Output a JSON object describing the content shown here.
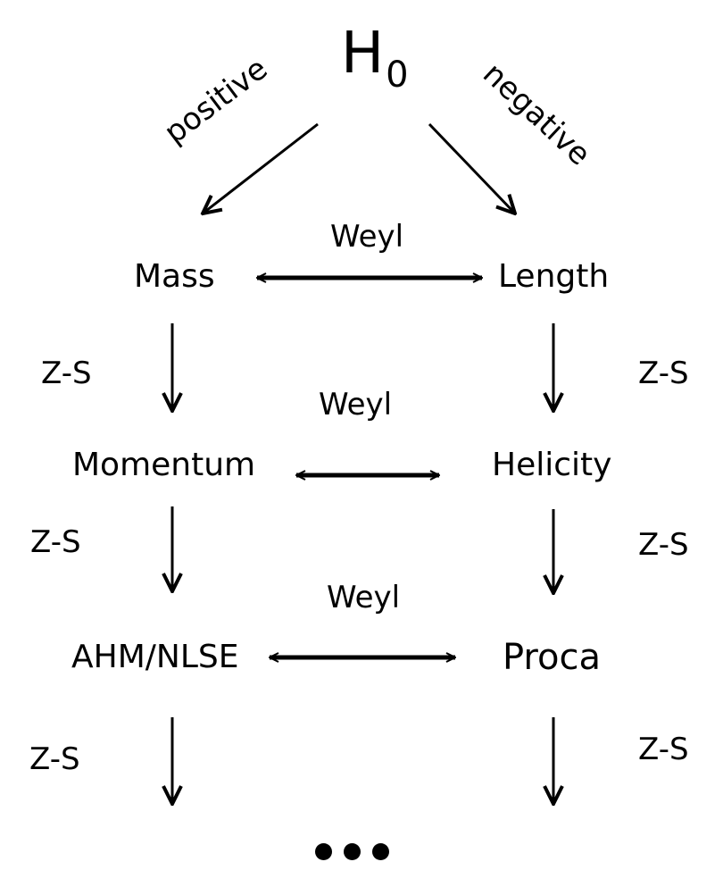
{
  "root": {
    "label": "H",
    "subscript": "0"
  },
  "branches": {
    "left": "positive",
    "right": "negative"
  },
  "rows": [
    {
      "left": "Mass",
      "right": "Length",
      "link": "Weyl"
    },
    {
      "left": "Momentum",
      "right": "Helicity",
      "link": "Weyl"
    },
    {
      "left": "AHM/NLSE",
      "right": "Proca",
      "link": "Weyl"
    }
  ],
  "step_labels": {
    "left": [
      "Z-S",
      "Z-S",
      "Z-S"
    ],
    "right": [
      "Z-S",
      "Z-S",
      "Z-S"
    ]
  },
  "continuation": "..."
}
